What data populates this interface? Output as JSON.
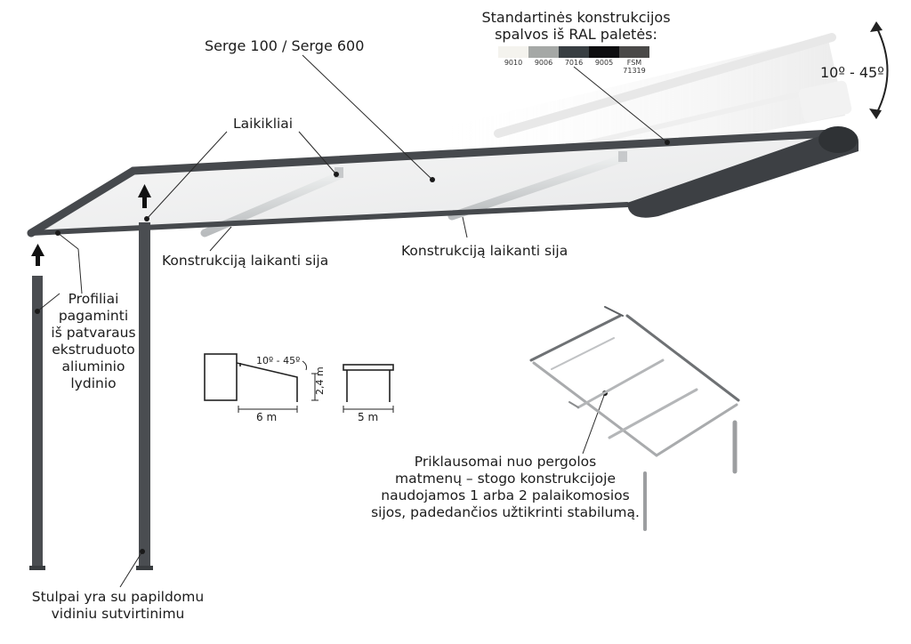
{
  "labels": {
    "palette_title_1": "Standartinės konstrukcijos",
    "palette_title_2": "spalvos iš RAL paletės:",
    "model": "Serge 100 / Serge 600",
    "angle": "10º - 45º",
    "laikikliai": "Laikikliai",
    "beam_left": "Konstrukciją laikanti sija",
    "beam_right": "Konstrukciją laikanti sija",
    "profiles": [
      "Profiliai",
      "pagaminti",
      "iš patvaraus",
      "ekstruduoto",
      "aliuminio",
      "lydinio"
    ],
    "posts": [
      "Stulpai yra su papildomu",
      "vidiniu sutvirtinimu"
    ],
    "note": [
      "Priklausomai nuo pergolos",
      "matmenų – stogo konstrukcijoje",
      "naudojamos 1 arba 2 palaikomosios",
      "sijos, padedančios užtikrinti stabilumą."
    ]
  },
  "palette": [
    {
      "code": "9010",
      "color": "#f4f3ee"
    },
    {
      "code": "9006",
      "color": "#a5a8a6"
    },
    {
      "code": "7016",
      "color": "#383e42"
    },
    {
      "code": "9005",
      "color": "#0e0e10"
    },
    {
      "code": "FSM 71319",
      "color": "#4a4948"
    }
  ],
  "dimensions": {
    "angle": "10º - 45º",
    "depth": "6 m",
    "height": "2,4 m",
    "width": "5 m"
  },
  "colors": {
    "frame": "#46494d",
    "canvas": "#f1f1f1",
    "beam": "#d9dbdc",
    "leader": "#2a2a2a"
  }
}
